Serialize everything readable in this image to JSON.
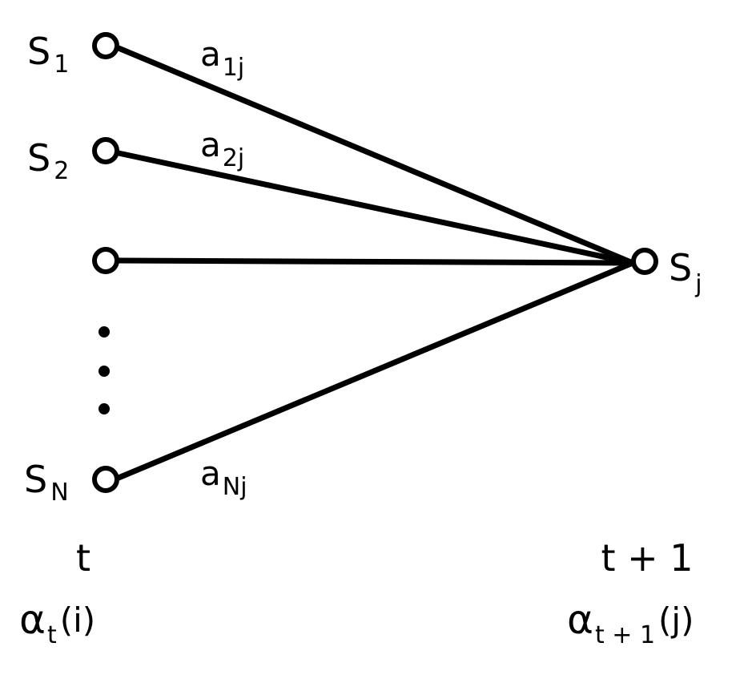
{
  "source_nodes": [
    {
      "base": "S",
      "sub": "1",
      "has_circle": true
    },
    {
      "base": "S",
      "sub": "2",
      "has_circle": true
    },
    {
      "base": "",
      "sub": "",
      "has_circle": true
    },
    {
      "base": "S",
      "sub": "N",
      "has_circle": true
    }
  ],
  "target_node": {
    "base": "S",
    "sub": "j"
  },
  "edges": [
    {
      "from": 0,
      "base": "a",
      "sub": "1j"
    },
    {
      "from": 1,
      "base": "a",
      "sub": "2j"
    },
    {
      "from": 2,
      "base": "",
      "sub": ""
    },
    {
      "from": 3,
      "base": "a",
      "sub": "Nj"
    }
  ],
  "ellipsis_dots": 3,
  "time_left": "t",
  "time_right": "t + 1",
  "alpha_left": {
    "base": "α",
    "sub": "t",
    "arg": "(i)"
  },
  "alpha_right": {
    "base": "α",
    "sub": "t + 1",
    "arg": "(j)"
  },
  "colors": {
    "stroke": "#000000",
    "background": "#ffffff"
  }
}
